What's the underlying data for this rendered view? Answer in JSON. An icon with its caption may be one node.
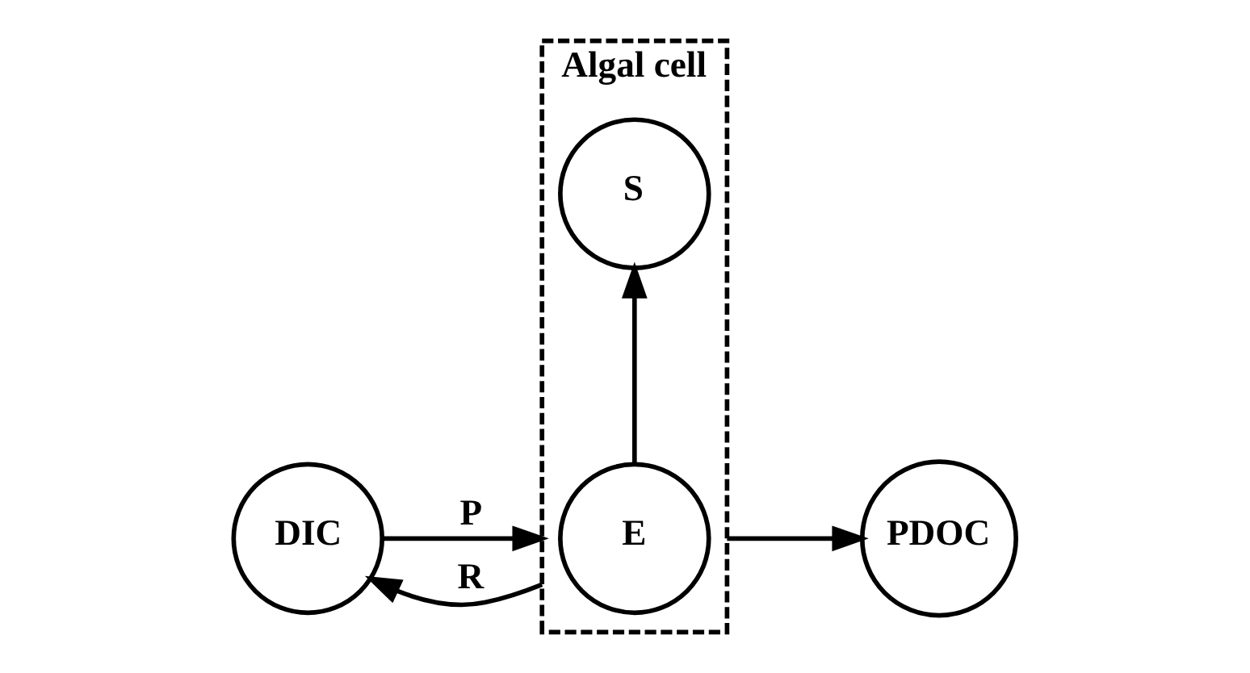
{
  "diagram": {
    "nodes": [
      {
        "text": [
          "DIC"
        ]
      },
      {
        "text": [
          "Algal cell"
        ]
      },
      {
        "text": [
          "E"
        ],
        "in": 1
      },
      {
        "text": [
          "S"
        ],
        "in": 1
      },
      {
        "text": [
          "PDOC"
        ]
      }
    ],
    "edges": [
      {
        "from": 0,
        "to": 1,
        "arrow": "to",
        "label": "P"
      },
      {
        "from": 1,
        "to": 0,
        "arrow": "to",
        "label": "R"
      },
      {
        "from": 2,
        "to": 3,
        "arrow": "to"
      },
      {
        "from": 1,
        "to": 4,
        "arrow": "to"
      }
    ]
  }
}
